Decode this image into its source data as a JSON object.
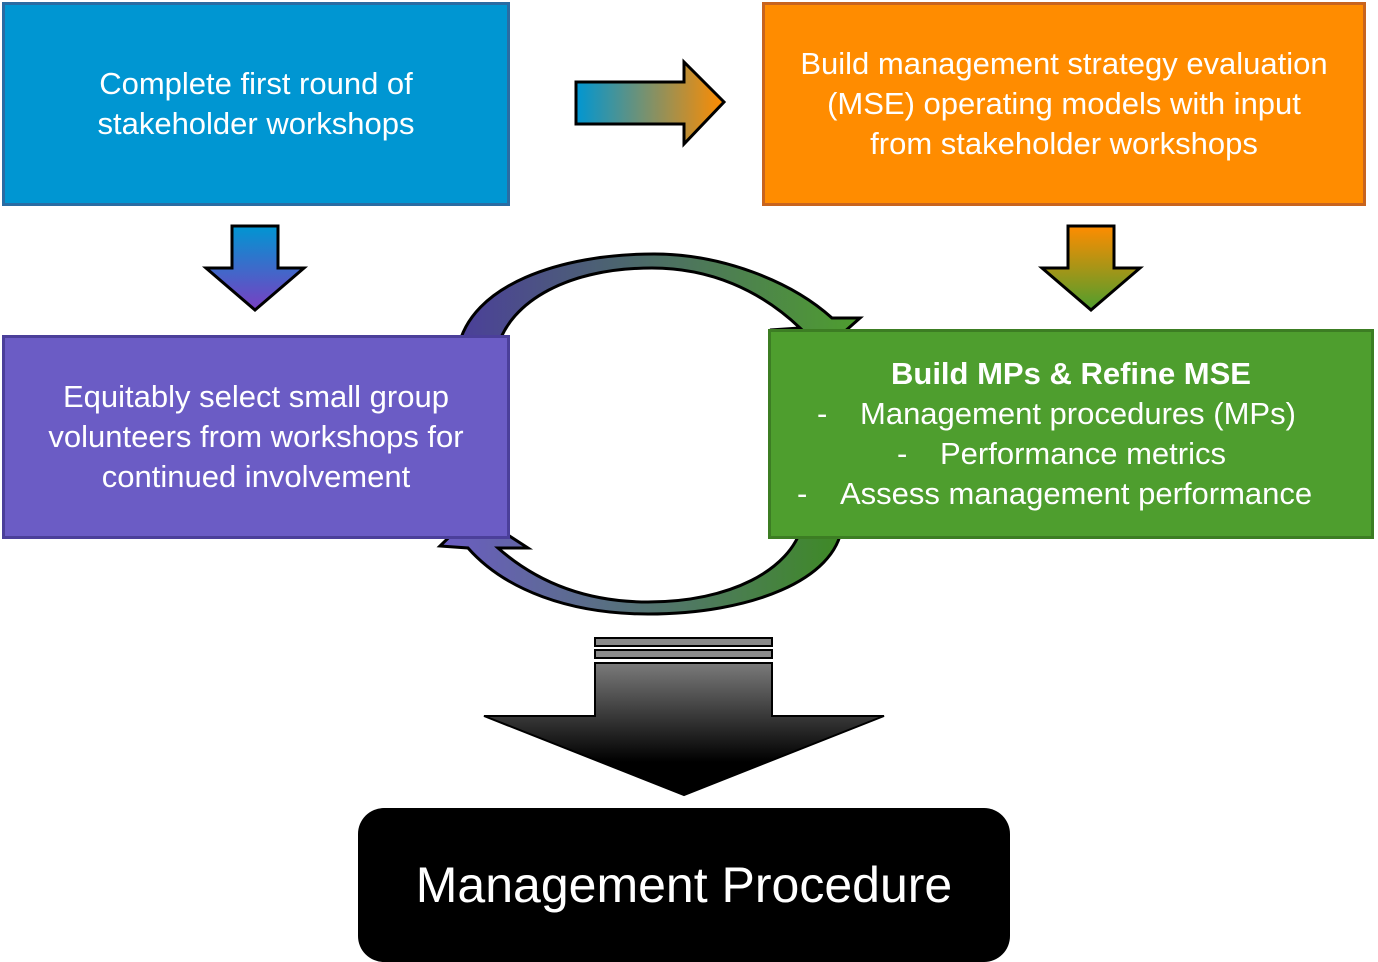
{
  "boxes": {
    "first_round": {
      "line1": "Complete first round of",
      "line2": "stakeholder workshops"
    },
    "build_mse": {
      "line1": "Build management strategy evaluation",
      "line2": "(MSE) operating models with input",
      "line3": "from stakeholder workshops"
    },
    "select_group": {
      "line1": "Equitably select small group",
      "line2": "volunteers from workshops for",
      "line3": "continued involvement"
    },
    "build_mps": {
      "title": "Build MPs & Refine MSE",
      "items": [
        {
          "dash": "-",
          "text": "Management procedures (MPs)"
        },
        {
          "dash": "-",
          "text": "Performance metrics"
        },
        {
          "dash": "-",
          "text": "Assess management performance"
        }
      ]
    },
    "result": {
      "label": "Management Procedure"
    }
  },
  "colors": {
    "blue": "#0096d2",
    "orange": "#ff8c00",
    "purple": "#6b5cc5",
    "green": "#4e9e2e",
    "black": "#000000"
  }
}
